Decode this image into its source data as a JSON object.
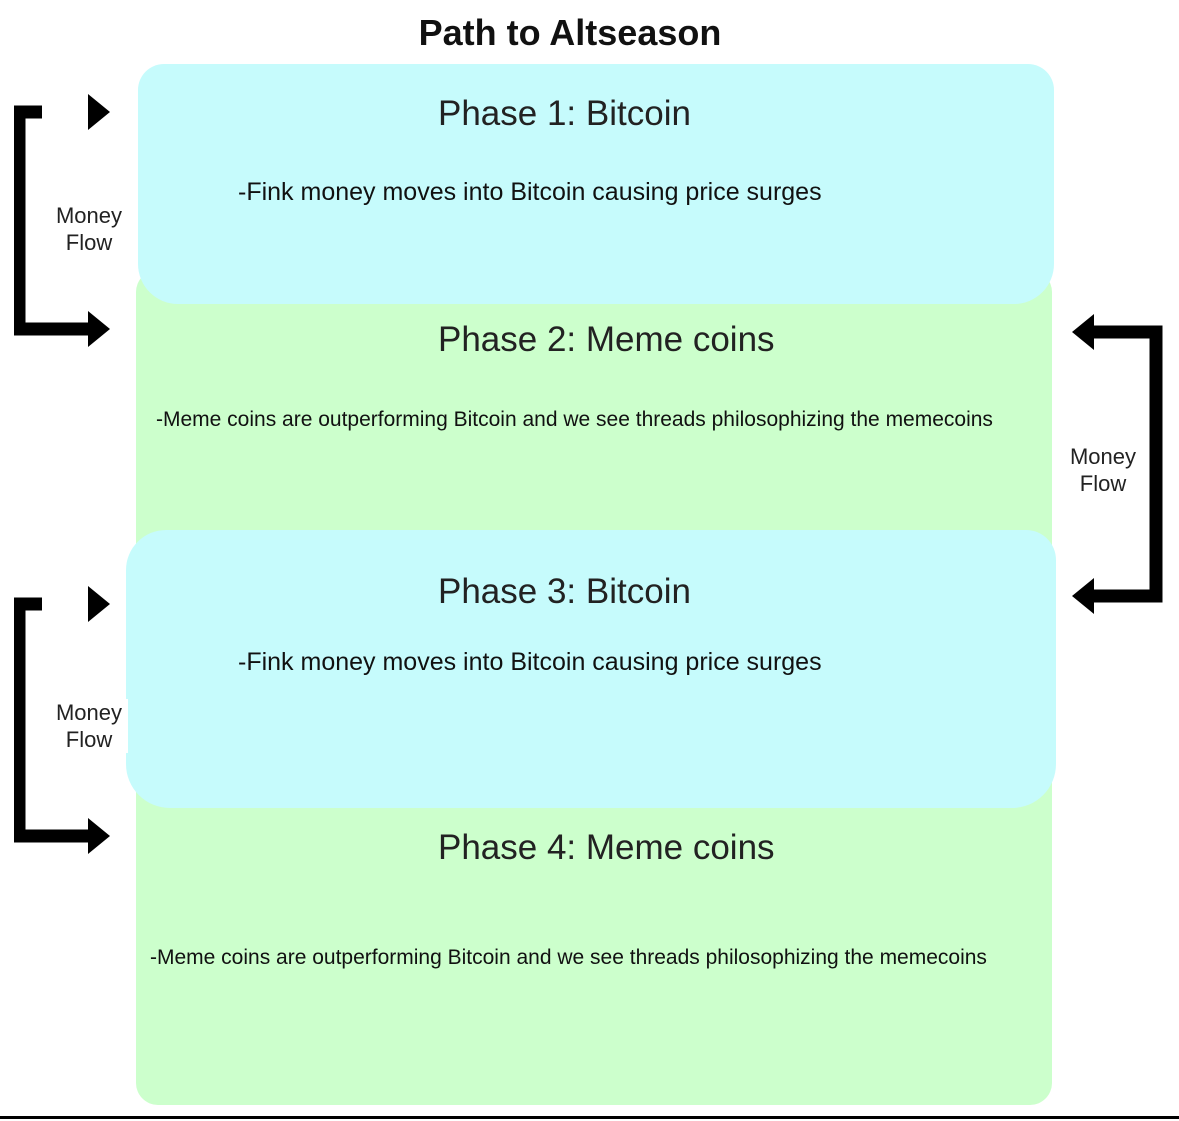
{
  "title": "Path to Altseason",
  "phases": [
    {
      "title": "Phase 1: Bitcoin",
      "description": "-Fink money moves into Bitcoin causing price surges",
      "color": "#c6fbfc"
    },
    {
      "title": "Phase 2: Meme coins",
      "description": "-Meme coins are outperforming Bitcoin and we see threads philosophizing the memecoins",
      "color": "#ccffcc"
    },
    {
      "title": "Phase 3: Bitcoin",
      "description": "-Fink money moves into Bitcoin causing price surges",
      "color": "#c6fbfc"
    },
    {
      "title": "Phase 4: Meme coins",
      "description": "-Meme coins are outperforming Bitcoin and we see threads philosophizing the memecoins",
      "color": "#ccffcc"
    }
  ],
  "flows": [
    {
      "label": "Money\nFlow",
      "side": "left",
      "icon": "bracket-arrow-icon"
    },
    {
      "label": "Money\nFlow",
      "side": "right",
      "icon": "bracket-arrow-icon"
    },
    {
      "label": "Money\nFlow",
      "side": "left",
      "icon": "bracket-arrow-icon"
    }
  ]
}
